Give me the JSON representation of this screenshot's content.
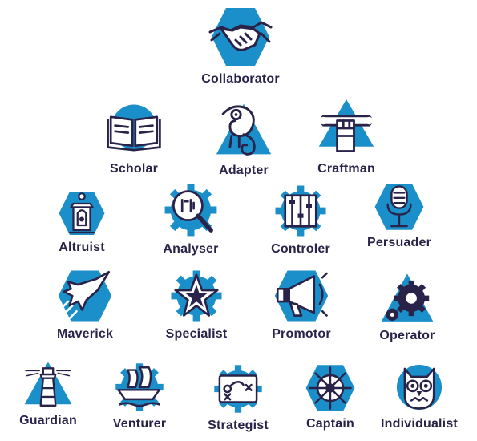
{
  "colors": {
    "accent": "#1b8fc9",
    "ink": "#2a2349"
  },
  "archetypes": [
    {
      "label": "Collaborator",
      "icon": "handshake-icon",
      "shape": "hexagon"
    },
    {
      "label": "Scholar",
      "icon": "book-icon",
      "shape": "circle"
    },
    {
      "label": "Adapter",
      "icon": "chameleon-icon",
      "shape": "triangle"
    },
    {
      "label": "Craftman",
      "icon": "wrench-fist-icon",
      "shape": "triangle"
    },
    {
      "label": "Altruist",
      "icon": "lantern-icon",
      "shape": "hexagon"
    },
    {
      "label": "Analyser",
      "icon": "magnifier-icon",
      "shape": "gear"
    },
    {
      "label": "Controler",
      "icon": "sliders-icon",
      "shape": "gear"
    },
    {
      "label": "Persuader",
      "icon": "microphone-icon",
      "shape": "hexagon"
    },
    {
      "label": "Maverick",
      "icon": "jet-icon",
      "shape": "hexagon"
    },
    {
      "label": "Specialist",
      "icon": "star-icon",
      "shape": "gear"
    },
    {
      "label": "Promotor",
      "icon": "megaphone-icon",
      "shape": "hexagon"
    },
    {
      "label": "Operator",
      "icon": "cogs-icon",
      "shape": "triangle"
    },
    {
      "label": "Guardian",
      "icon": "lighthouse-icon",
      "shape": "triangle"
    },
    {
      "label": "Venturer",
      "icon": "ship-icon",
      "shape": "gear"
    },
    {
      "label": "Strategist",
      "icon": "tactics-board-icon",
      "shape": "gear"
    },
    {
      "label": "Captain",
      "icon": "ship-wheel-icon",
      "shape": "hexagon"
    },
    {
      "label": "Individualist",
      "icon": "owl-icon",
      "shape": "circle"
    }
  ]
}
